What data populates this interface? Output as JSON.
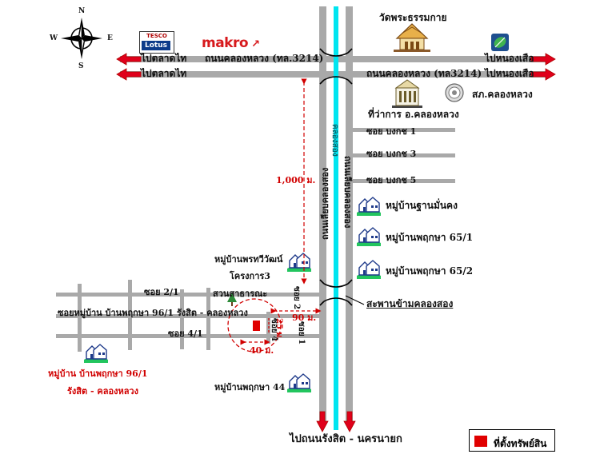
{
  "compass": {
    "n": "N",
    "s": "S",
    "e": "E",
    "w": "W"
  },
  "landmarks": {
    "tesco_top": "TESCO",
    "tesco_bottom": "Lotus",
    "makro": "makro",
    "temple": "วัดพระธรรมกาย",
    "district_office": "ที่ว่าการ อ.คลองหลวง",
    "police": "สภ.คลองหลวง"
  },
  "roads": {
    "main_road_top": "ถนนคลองหลวง (ทล.3214)",
    "main_road_bottom": "ถนนคลองหลวง (ทล3214)",
    "to_talad_thai_1": "ไปตลาดไท",
    "to_talad_thai_2": "ไปตลาดไท",
    "to_nong_suea_1": "ไปหนองเสือ",
    "to_nong_suea_2": "ไปหนองเสือ",
    "canal": "คลองสอง",
    "left_canal_road": "ถนนเลียบคลองสอง",
    "right_canal_road": "ถนนเลียบคลองสอง",
    "soi_bongkot_1": "ซอย บงกช 1",
    "soi_bongkot_3": "ซอย บงกช 3",
    "soi_bongkot_5": "ซอย บงกช 5",
    "soi_2_1": "ซอย 2/1",
    "soi_4_1": "ซอย 4/1",
    "soi_village_961": "ซอยหมู่บ้าน บ้านพฤกษา 96/1 รังสิต - คลองหลวง",
    "soi_2": "ซอย 2",
    "soi_4": "ซอย 4",
    "soi_1": "ซอย 1",
    "bridge": "สะพานข้ามคลองสอง",
    "to_rangsit": "ไปถนนรังสิต - นครนายก",
    "dist_1000": "1,000 ม.",
    "dist_90": "90 ม.",
    "dist_40": "40 ม.",
    "dist_25": "25 ม."
  },
  "villages": {
    "baan_mankong": "หมู่บ้านฐานมั่นคง",
    "pruksa_651": "หมู่บ้านพฤกษา 65/1",
    "pruksa_652": "หมู่บ้านพฤกษา 65/2",
    "pornthawee": "หมู่บ้านพรทวีวัฒน์",
    "project3": "โครงการ3",
    "public_park": "สวนสาธารณะ",
    "pruksa_44": "หมู่บ้านพฤกษา 44",
    "pruksa_961_l1": "หมู่บ้าน บ้านพฤกษา 96/1",
    "pruksa_961_l2": "รังสิต - คลองหลวง"
  },
  "legend": {
    "label": "ที่ตั้งทรัพย์สิน"
  },
  "colors": {
    "road": "#a9a9a9",
    "canal": "#00e5f0",
    "arrow": "#e0001b",
    "property": "#e00000",
    "distance": "#d10000",
    "house_grass": "#22c55e",
    "house_blue": "#1e3a8a"
  }
}
